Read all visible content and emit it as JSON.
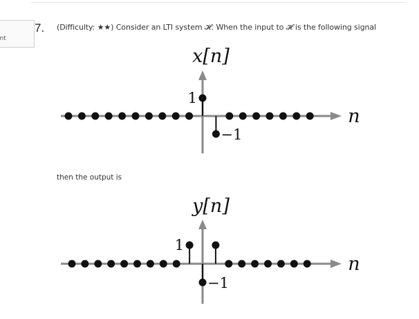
{
  "sidebar": {
    "tab_label": "int"
  },
  "question": {
    "number": "7.",
    "text": "(Difficulty: ★★) Consider an LTI system 𝓗. When the input to 𝓗 is the following signal"
  },
  "between_text": "then the output is",
  "plots": [
    {
      "title": "x[n]",
      "axis_label": "n",
      "samples": [
        {
          "n": -10,
          "v": 0
        },
        {
          "n": -9,
          "v": 0
        },
        {
          "n": -8,
          "v": 0
        },
        {
          "n": -7,
          "v": 0
        },
        {
          "n": -6,
          "v": 0
        },
        {
          "n": -5,
          "v": 0
        },
        {
          "n": -4,
          "v": 0
        },
        {
          "n": -3,
          "v": 0
        },
        {
          "n": -2,
          "v": 0
        },
        {
          "n": -1,
          "v": 0
        },
        {
          "n": 0,
          "v": 1
        },
        {
          "n": 1,
          "v": -1
        },
        {
          "n": 2,
          "v": 0
        },
        {
          "n": 3,
          "v": 0
        },
        {
          "n": 4,
          "v": 0
        },
        {
          "n": 5,
          "v": 0
        },
        {
          "n": 6,
          "v": 0
        },
        {
          "n": 7,
          "v": 0
        },
        {
          "n": 8,
          "v": 0
        }
      ],
      "value_labels": [
        {
          "n": 0,
          "text": "1"
        },
        {
          "n": 1,
          "text": "−1"
        }
      ]
    },
    {
      "title": "y[n]",
      "axis_label": "n",
      "samples": [
        {
          "n": -10,
          "v": 0
        },
        {
          "n": -9,
          "v": 0
        },
        {
          "n": -8,
          "v": 0
        },
        {
          "n": -7,
          "v": 0
        },
        {
          "n": -6,
          "v": 0
        },
        {
          "n": -5,
          "v": 0
        },
        {
          "n": -4,
          "v": 0
        },
        {
          "n": -3,
          "v": 0
        },
        {
          "n": -2,
          "v": 0
        },
        {
          "n": -1,
          "v": 1
        },
        {
          "n": 0,
          "v": -1
        },
        {
          "n": 1,
          "v": 1
        },
        {
          "n": 2,
          "v": 0
        },
        {
          "n": 3,
          "v": 0
        },
        {
          "n": 4,
          "v": 0
        },
        {
          "n": 5,
          "v": 0
        },
        {
          "n": 6,
          "v": 0
        },
        {
          "n": 7,
          "v": 0
        },
        {
          "n": 8,
          "v": 0
        }
      ],
      "value_labels": [
        {
          "n": -1,
          "text": "1"
        },
        {
          "n": 0,
          "text": "−1"
        }
      ]
    }
  ]
}
